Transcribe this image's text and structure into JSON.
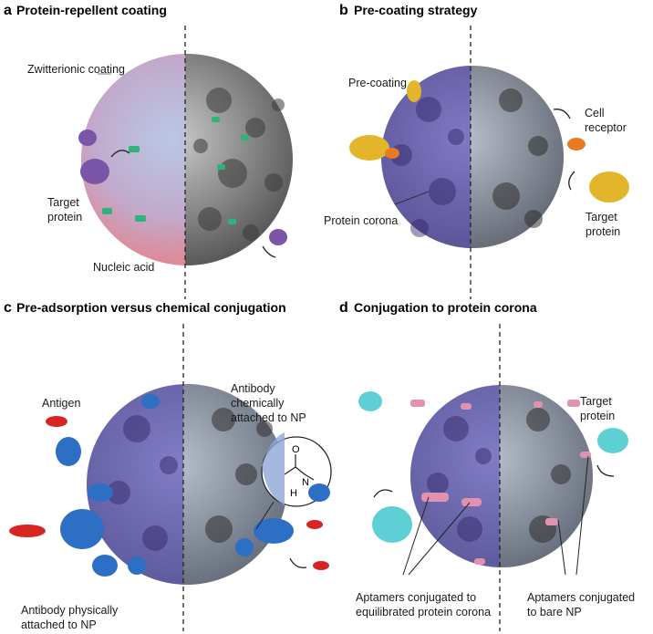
{
  "panels": {
    "a": {
      "letter": "a",
      "title": "Protein-repellent coating",
      "labels": {
        "zwitterionic": "Zwitterionic coating",
        "target_l1": "Target",
        "target_l2": "protein",
        "nucleic": "Nucleic acid"
      }
    },
    "b": {
      "letter": "b",
      "title": "Pre-coating strategy",
      "labels": {
        "precoating": "Pre-coating",
        "cell_l1": "Cell",
        "cell_l2": "receptor",
        "corona": "Protein corona",
        "target_l1": "Target",
        "target_l2": "protein"
      }
    },
    "c": {
      "letter": "c",
      "title": "Pre-adsorption versus chemical conjugation",
      "labels": {
        "antigen": "Antigen",
        "chem_l1": "Antibody",
        "chem_l2": "chemically",
        "chem_l3": "attached to NP",
        "phys_l1": "Antibody physically",
        "phys_l2": "attached to NP",
        "inset_o": "O",
        "inset_n": "N",
        "inset_h": "H"
      }
    },
    "d": {
      "letter": "d",
      "title": "Conjugation to protein corona",
      "labels": {
        "target_l1": "Target",
        "target_l2": "protein",
        "eq_l1": "Aptamers conjugated to",
        "eq_l2": "equilibrated protein corona",
        "bare_l1": "Aptamers conjugated",
        "bare_l2": "to bare NP"
      }
    }
  },
  "colors": {
    "corona_purple": "#6a55a8",
    "corona_gray": "#9a9a9a",
    "np_blue": "#8fa8d6",
    "zwitterion_pink": "#c99bb8",
    "nucleic_green": "#2fb37a",
    "precoat_orange": "#e87a22",
    "target_yellow": "#e2b52a",
    "antibody_blue": "#2c6fc4",
    "antigen_red": "#d92424",
    "aptamer_pink": "#e291ae",
    "target_cyan": "#5fcfd6"
  }
}
